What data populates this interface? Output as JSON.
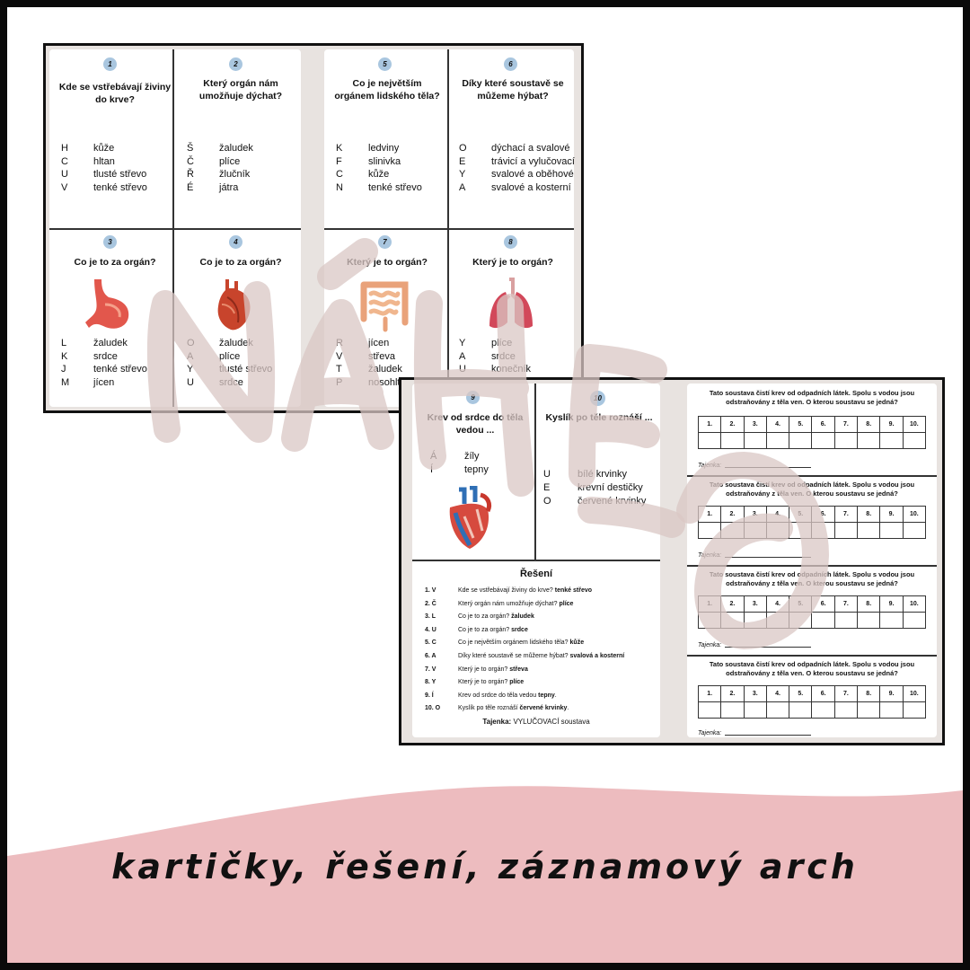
{
  "caption": "kartičky, řešení, záznamový arch",
  "sheet1": {
    "cards": [
      {
        "num": "1",
        "question": "Kde se vstřebávají živiny do krve?",
        "options": [
          [
            "H",
            "kůže"
          ],
          [
            "C",
            "hltan"
          ],
          [
            "U",
            "tlusté střevo"
          ],
          [
            "V",
            "tenké střevo"
          ]
        ]
      },
      {
        "num": "2",
        "question": "Který orgán nám umožňuje dýchat?",
        "options": [
          [
            "Š",
            "žaludek"
          ],
          [
            "Č",
            "plíce"
          ],
          [
            "Ř",
            "žlučník"
          ],
          [
            "É",
            "játra"
          ]
        ]
      },
      {
        "num": "5",
        "question": "Co je největším orgánem lidského těla?",
        "options": [
          [
            "K",
            "ledviny"
          ],
          [
            "F",
            "slinivka"
          ],
          [
            "C",
            "kůže"
          ],
          [
            "N",
            "tenké střevo"
          ]
        ]
      },
      {
        "num": "6",
        "question": "Díky které soustavě se můžeme hýbat?",
        "options": [
          [
            "O",
            "dýchací a svalové"
          ],
          [
            "E",
            "trávicí a vylučovací"
          ],
          [
            "Y",
            "svalové a oběhové"
          ],
          [
            "A",
            "svalové a kosterní"
          ]
        ]
      },
      {
        "num": "3",
        "question": "Co je to za orgán?",
        "options": [
          [
            "L",
            "žaludek"
          ],
          [
            "K",
            "srdce"
          ],
          [
            "J",
            "tenké střevo"
          ],
          [
            "M",
            "jícen"
          ]
        ]
      },
      {
        "num": "4",
        "question": "Co je to za orgán?",
        "options": [
          [
            "O",
            "žaludek"
          ],
          [
            "A",
            "plíce"
          ],
          [
            "Y",
            "tlusté střevo"
          ],
          [
            "U",
            "srdce"
          ]
        ]
      },
      {
        "num": "7",
        "question": "Který je to orgán?",
        "options": [
          [
            "R",
            "jícen"
          ],
          [
            "V",
            "střeva"
          ],
          [
            "T",
            "žaludek"
          ],
          [
            "P",
            "nosohltan"
          ]
        ]
      },
      {
        "num": "8",
        "question": "Který je to orgán?",
        "options": [
          [
            "Y",
            "plíce"
          ],
          [
            "A",
            "srdce"
          ],
          [
            "U",
            "konečník"
          ]
        ]
      }
    ]
  },
  "sheet2": {
    "cards": [
      {
        "num": "9",
        "question": "Krev od srdce do těla vedou ...",
        "options": [
          [
            "Á",
            "žíly"
          ],
          [
            "Í",
            "tepny"
          ]
        ]
      },
      {
        "num": "10",
        "question": "Kyslík po těle roznáší ...",
        "options": [
          [
            "U",
            "bílé krvinky"
          ],
          [
            "E",
            "krevní destičky"
          ],
          [
            "O",
            "červené krvinky"
          ]
        ]
      }
    ],
    "solution": {
      "title": "Řešení",
      "rows": [
        {
          "n": "1. V",
          "q": "Kde se vstřebávají živiny do krve?",
          "a": "tenké střevo"
        },
        {
          "n": "2. Č",
          "q": "Který orgán nám umožňuje dýchat?",
          "a": "plíce"
        },
        {
          "n": "3. L",
          "q": "Co je to za orgán?",
          "a": "žaludek"
        },
        {
          "n": "4. U",
          "q": "Co je to za orgán?",
          "a": "srdce"
        },
        {
          "n": "5. C",
          "q": "Co je největším orgánem lidského těla?",
          "a": "kůže"
        },
        {
          "n": "6. A",
          "q": "Díky které soustavě se můžeme hýbat?",
          "a": "svalová a kosterní"
        },
        {
          "n": "7. V",
          "q": "Který je to orgán?",
          "a": "střeva"
        },
        {
          "n": "8. Y",
          "q": "Který je to orgán?",
          "a": "plíce"
        },
        {
          "n": "9. Í",
          "q": "Krev od srdce do těla vedou",
          "a": "tepny"
        },
        {
          "n": "10. O",
          "q": "Kyslík po těle roznáší",
          "a": "červené krvinky"
        }
      ],
      "secret_label": "Tajenka:",
      "secret_value": "VYLUČOVACÍ soustava"
    },
    "record": {
      "prompt": "Tato soustava čistí krev od odpadních látek. Spolu s vodou jsou odstraňovány z těla ven. O kterou soustavu se jedná?",
      "columns": [
        "1.",
        "2.",
        "3.",
        "4.",
        "5.",
        "6.",
        "7.",
        "8.",
        "9.",
        "10."
      ],
      "secret_label": "Tajenka:"
    }
  },
  "colors": {
    "badge": "#a9c6df",
    "banner": "#edbcbf",
    "sheet_bg": "#e8e3e0",
    "watermark": "#d9c7c4"
  }
}
